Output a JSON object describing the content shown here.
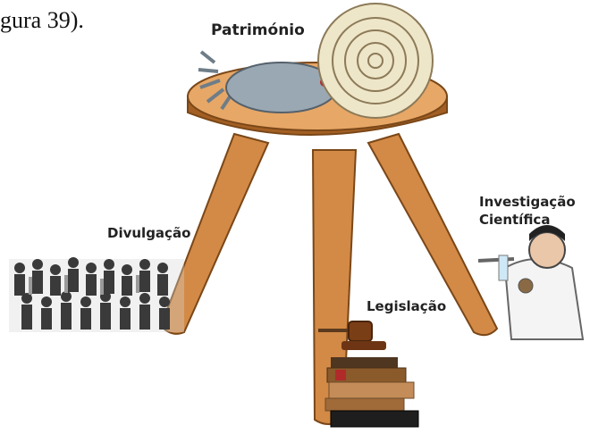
{
  "caption": "gura 39).",
  "labels": {
    "top": "Património",
    "left": "Divulgação",
    "bottom": "Legislação",
    "right_line1": "Investigação",
    "right_line2": "Científica"
  },
  "colors": {
    "wood": "#D38A46",
    "wood_dark": "#A35F23",
    "wood_light": "#E7A766",
    "shell": "#EEE6C8",
    "shell_line": "#8C7A58",
    "squid": "#9AA8B4",
    "book_brown": "#8B5A2B",
    "book_tan": "#C48C58",
    "book_black": "#1E1E1E"
  },
  "icons": [
    "ammonite-icon",
    "crowd-icon",
    "scientist-icon",
    "gavel-icon",
    "book-stack-icon"
  ]
}
